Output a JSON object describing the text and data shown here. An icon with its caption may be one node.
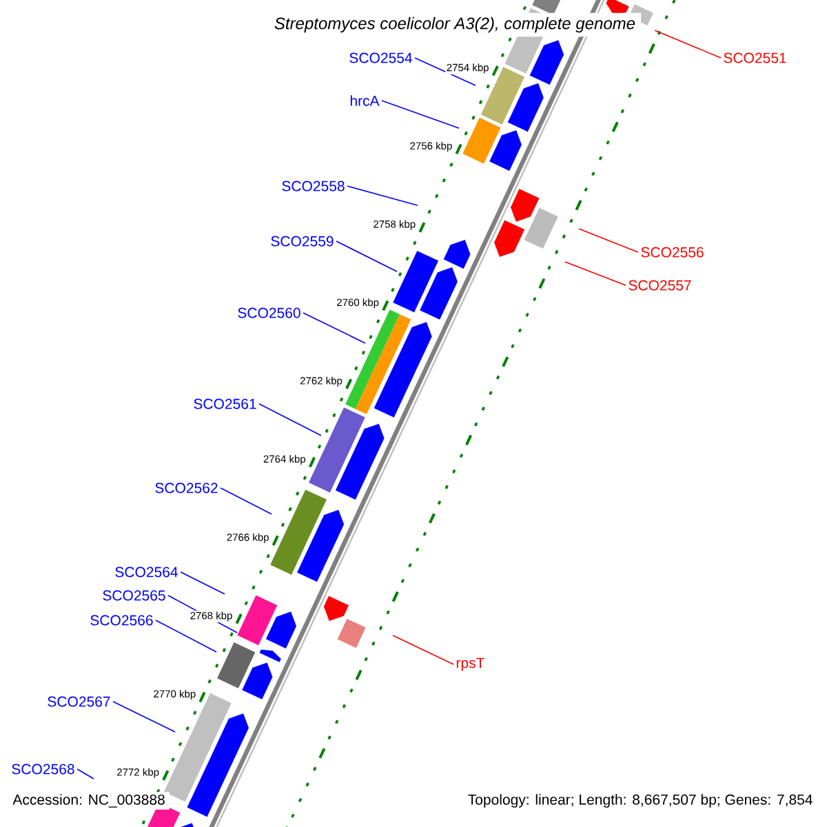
{
  "diagram": {
    "title": "Streptomyces coelicolor A3(2), complete genome",
    "nodes": [
      {
        "text": [
          "SCO2551"
        ]
      },
      {
        "text": [
          "SCO2554"
        ]
      },
      {
        "text": [
          "hrcA"
        ]
      },
      {
        "text": [
          "SCO2558"
        ]
      },
      {
        "text": [
          "SCO2559"
        ]
      },
      {
        "text": [
          "SCO2556"
        ]
      },
      {
        "text": [
          "SCO2557"
        ]
      },
      {
        "text": [
          "SCO2560"
        ]
      },
      {
        "text": [
          "SCO2561"
        ]
      },
      {
        "text": [
          "SCO2562"
        ]
      },
      {
        "text": [
          "SCO2564"
        ]
      },
      {
        "text": [
          "SCO2565"
        ]
      },
      {
        "text": [
          "SCO2566"
        ]
      },
      {
        "text": [
          "rpsT"
        ]
      },
      {
        "text": [
          "SCO2567"
        ]
      },
      {
        "text": [
          "SCO2568"
        ]
      }
    ],
    "edges": [
      {
        "from": 0,
        "to": null,
        "arrow": "none",
        "color": "#ff0000"
      },
      {
        "from": 1,
        "to": null,
        "arrow": "none"
      },
      {
        "from": 2,
        "to": null,
        "arrow": "none"
      },
      {
        "from": 3,
        "to": null,
        "arrow": "none"
      },
      {
        "from": 4,
        "to": null,
        "arrow": "none"
      },
      {
        "from": 5,
        "to": null,
        "arrow": "none",
        "color": "#ff0000"
      },
      {
        "from": 6,
        "to": null,
        "arrow": "none",
        "color": "#ff0000"
      },
      {
        "from": 7,
        "to": null,
        "arrow": "none"
      },
      {
        "from": 8,
        "to": null,
        "arrow": "none"
      },
      {
        "from": 9,
        "to": null,
        "arrow": "none"
      },
      {
        "from": 10,
        "to": null,
        "arrow": "none"
      },
      {
        "from": 11,
        "to": null,
        "arrow": "none"
      },
      {
        "from": 12,
        "to": null,
        "arrow": "none"
      },
      {
        "from": 13,
        "to": null,
        "arrow": "none",
        "color": "#ff0000"
      },
      {
        "from": 14,
        "to": null,
        "arrow": "none"
      },
      {
        "from": 15,
        "to": null,
        "arrow": "none"
      }
    ],
    "labels": [
      "2754 kbp",
      "2756 kbp",
      "2758 kbp",
      "2760 kbp",
      "2762 kbp",
      "2764 kbp",
      "2766 kbp",
      "2768 kbp",
      "2770 kbp",
      "2772 kbp",
      "Accession: NC_003888",
      "Topology: linear; Length: 8,667,507 bp; Genes: 7,854"
    ]
  }
}
